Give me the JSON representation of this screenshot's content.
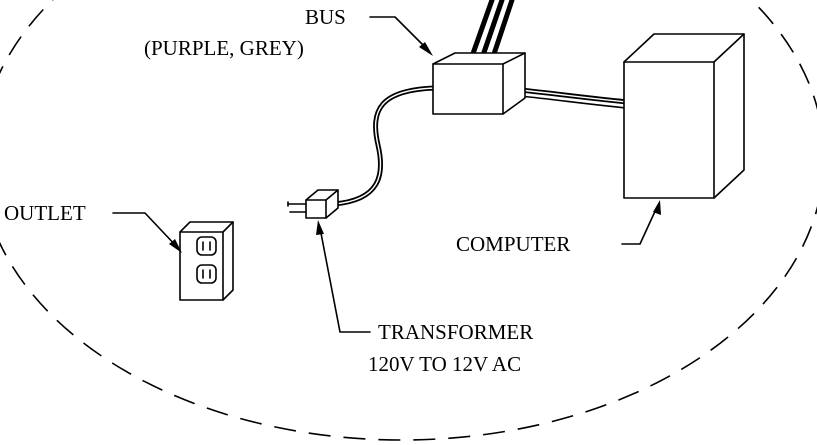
{
  "labels": {
    "bus": "BUS",
    "bus_colors": "(PURPLE, GREY)",
    "outlet": "OUTLET",
    "computer": "COMPUTER",
    "transformer": "TRANSFORMER",
    "transformer_spec": "120V TO 12V AC"
  },
  "colors": {
    "ink": "#000000",
    "background": "#ffffff"
  }
}
